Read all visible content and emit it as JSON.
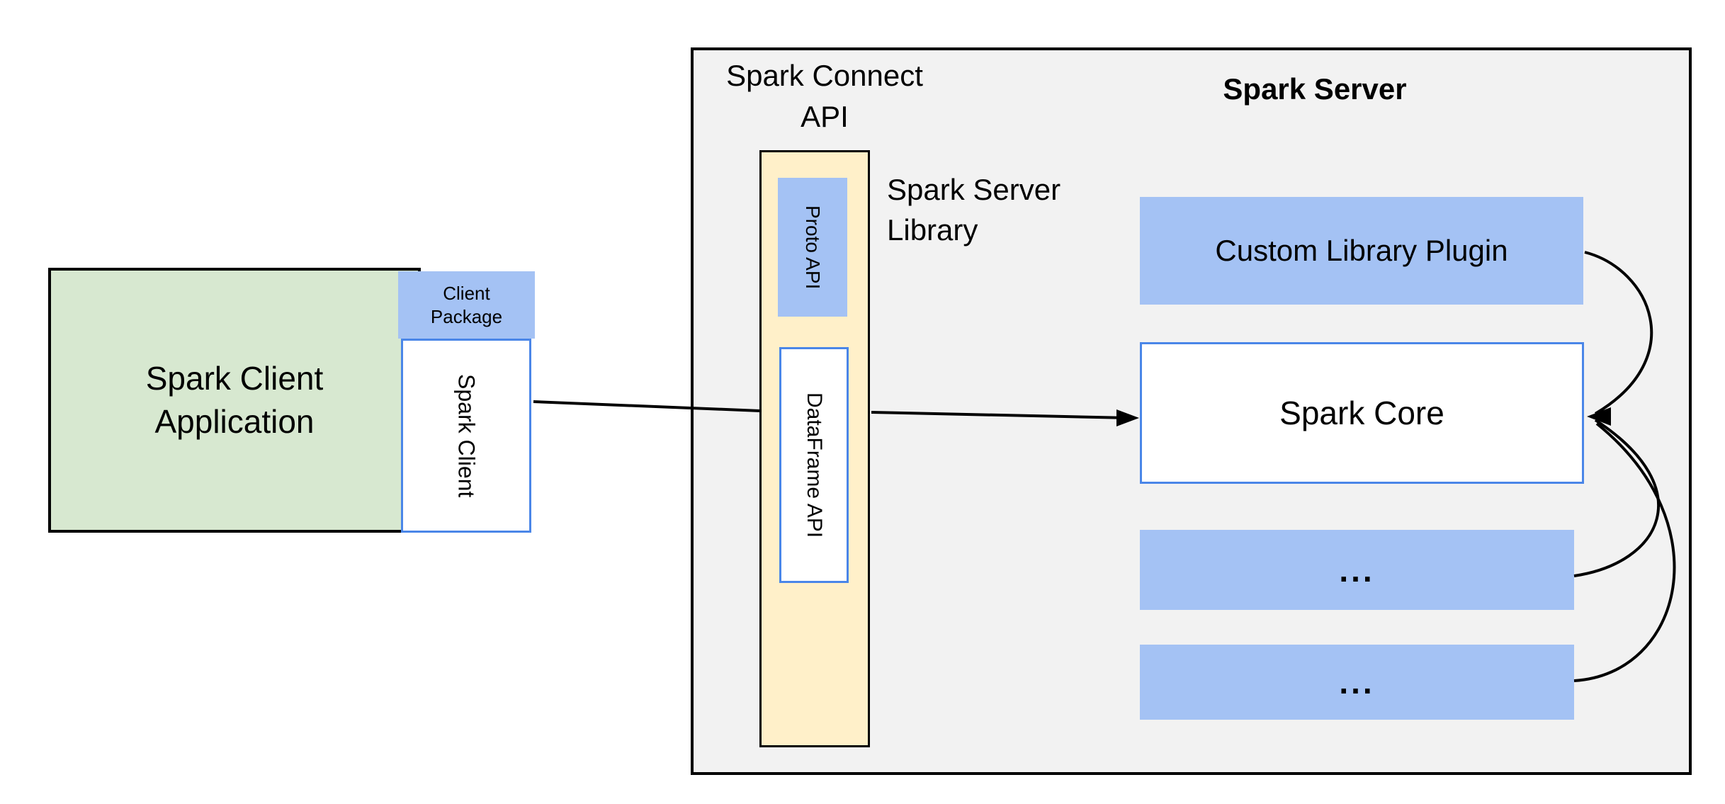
{
  "diagram": {
    "title": "Spark Connect architecture",
    "type": "architecture-diagram"
  },
  "colors": {
    "canvas_white": "#ffffff",
    "panel_gray": "#f2f2f2",
    "client_green": "#d7e8d0",
    "accent_blue": "#a4c2f4",
    "stack_yellow": "#fff0c9",
    "border_blue": "#4a86e8",
    "line_black": "#000000"
  },
  "labels": {
    "client_app": {
      "line1": "Spark Client",
      "line2": "Application"
    },
    "client_package": {
      "line1": "Client",
      "line2": "Package"
    },
    "spark_client": {
      "text": "Spark Client"
    },
    "spark_connect_api": {
      "line1": "Spark Connect",
      "line2": "API"
    },
    "proto_api": {
      "text": "Proto  API"
    },
    "dataframe_api": {
      "text": "DataFrame API"
    },
    "spark_server_library": {
      "line1": "Spark Server",
      "line2": "Library"
    },
    "spark_server": {
      "title": "Spark Server"
    },
    "custom_library_plugin": {
      "text": "Custom Library Plugin"
    },
    "spark_core": {
      "text": "Spark Core"
    },
    "plugin_slot_1": {
      "text": "..."
    },
    "plugin_slot_2": {
      "text": "..."
    }
  },
  "connections": [
    {
      "from": "spark-client",
      "to": "spark-connect-api-stack",
      "arrowhead": false,
      "style": "straight"
    },
    {
      "from": "spark-connect-api-stack",
      "to": "spark-core",
      "arrowhead": true,
      "style": "straight"
    },
    {
      "from": "custom-library-plugin",
      "to": "spark-core",
      "arrowhead": true,
      "style": "curved"
    },
    {
      "from": "plugin-slot-1",
      "to": "spark-core",
      "arrowhead": true,
      "style": "curved"
    },
    {
      "from": "plugin-slot-2",
      "to": "spark-core",
      "arrowhead": true,
      "style": "curved"
    }
  ]
}
